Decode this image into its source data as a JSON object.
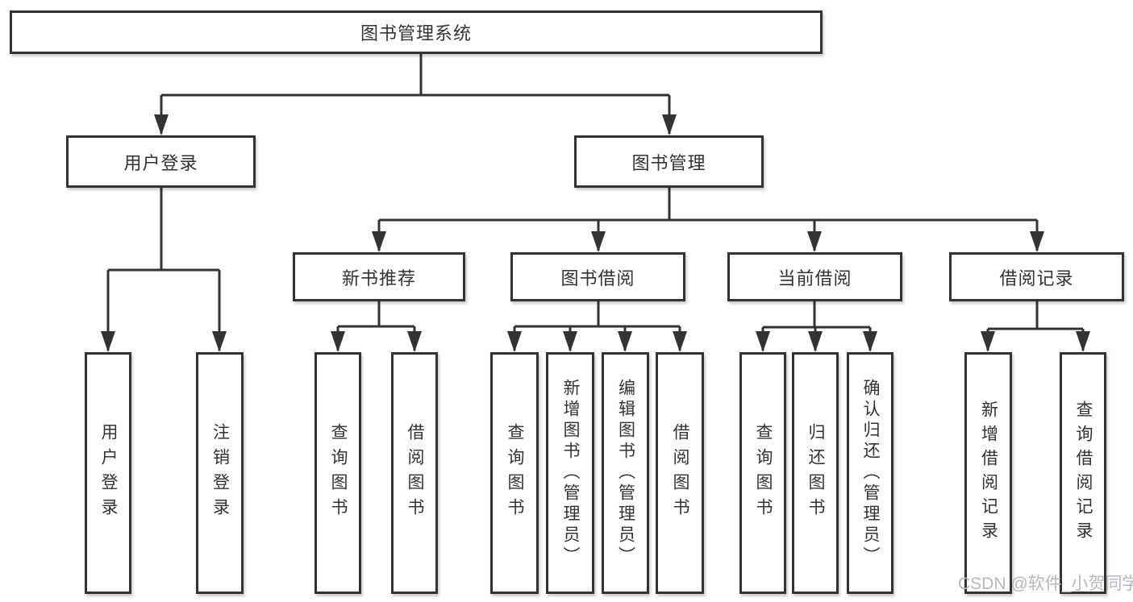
{
  "diagram": {
    "root": {
      "label": "图书管理系统"
    },
    "level2": {
      "user_login": {
        "label": "用户登录"
      },
      "book_mgmt": {
        "label": "图书管理"
      }
    },
    "level3": {
      "new_books": {
        "label": "新书推荐"
      },
      "book_borrow": {
        "label": "图书借阅"
      },
      "current_borrow": {
        "label": "当前借阅"
      },
      "borrow_records": {
        "label": "借阅记录"
      }
    },
    "leaves": {
      "user_login": [
        "用户登录",
        "注销登录"
      ],
      "new_books": [
        "查询图书",
        "借阅图书"
      ],
      "book_borrow": [
        "查询图书",
        "新增图书（管理员）",
        "编辑图书（管理员）",
        "借阅图书"
      ],
      "current_borrow": [
        "查询图书",
        "归还图书",
        "确认归还（管理员）"
      ],
      "borrow_records": [
        "新增借阅记录",
        "查询借阅记录"
      ]
    }
  },
  "watermark": "CSDN @软件_小贺同学",
  "colors": {
    "line": "#333333",
    "node_border": "#333333",
    "text": "#333333",
    "watermark": "#b4b7bc",
    "background": "#ffffff"
  }
}
